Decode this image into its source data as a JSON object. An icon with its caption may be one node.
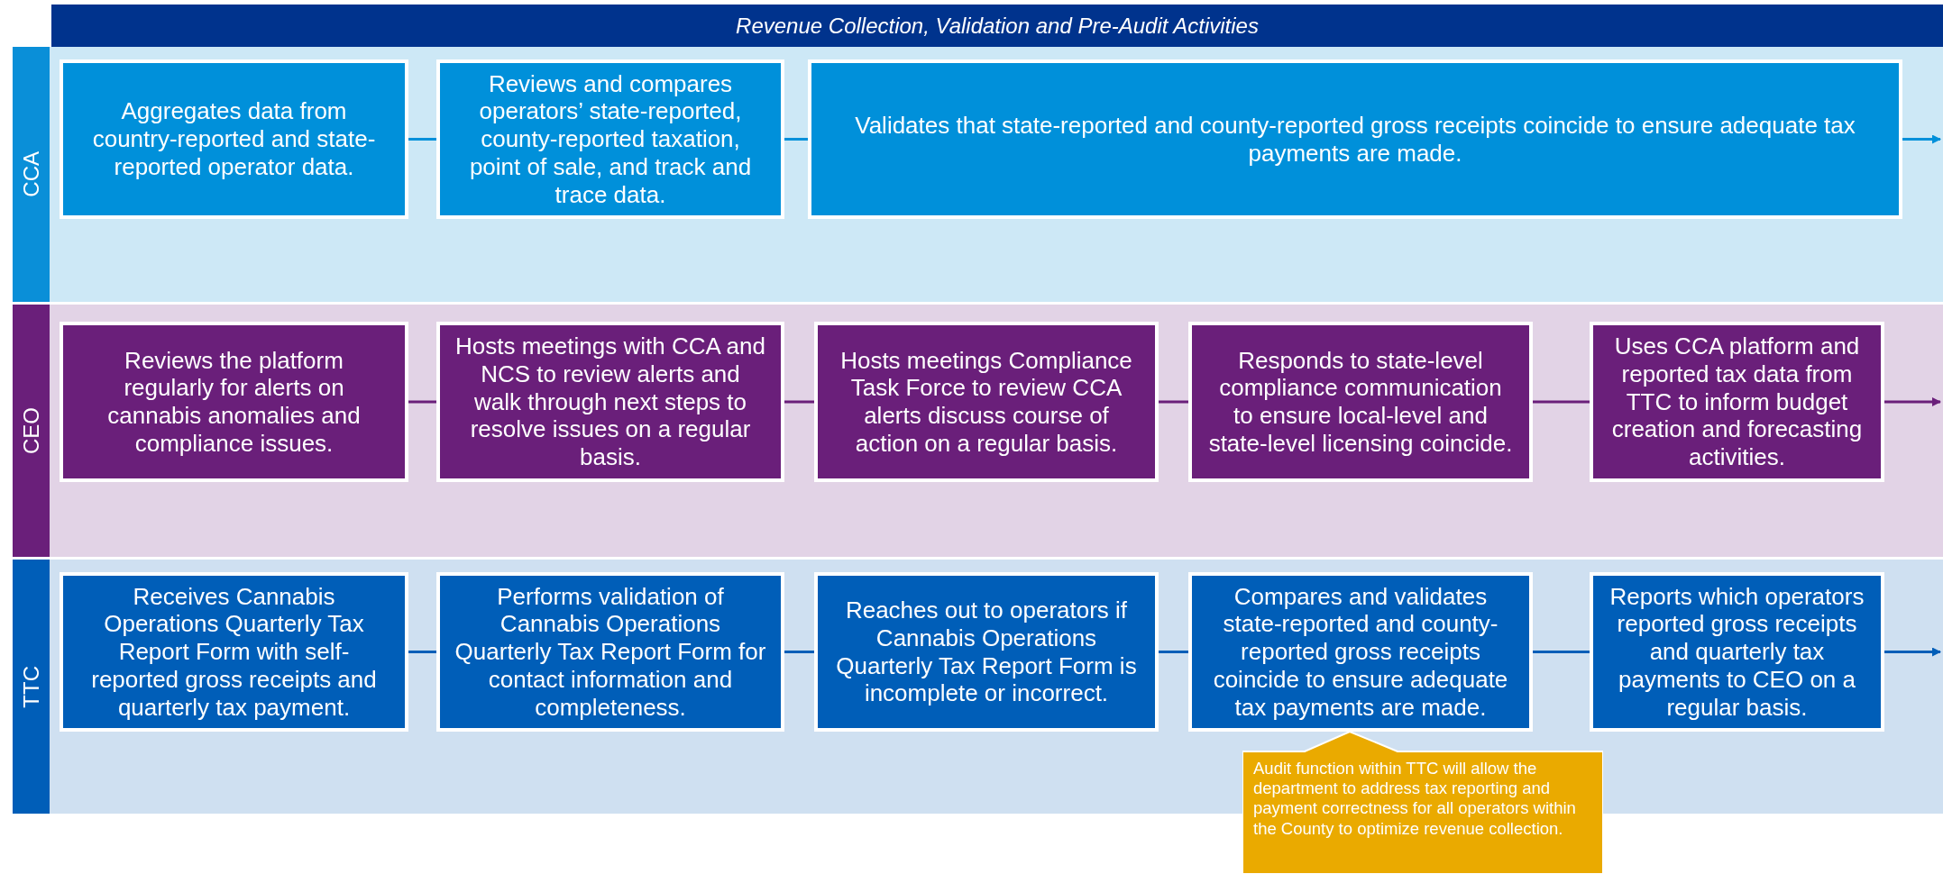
{
  "diagram": {
    "title": "Revenue Collection, Validation and Pre-Audit Activities",
    "nodes": [
      {
        "text": [
          "CCA"
        ]
      },
      {
        "text": [
          "Aggregates data from country-reported and state-reported operator data."
        ],
        "in": 0
      },
      {
        "text": [
          "Reviews and compares operators’ state-reported, county-reported taxation, point of sale, and track and trace data."
        ],
        "in": 0
      },
      {
        "text": [
          "Validates that state-reported and county-reported gross receipts coincide to ensure adequate tax payments are made."
        ],
        "in": 0
      },
      {
        "text": [
          "CEO"
        ]
      },
      {
        "text": [
          "Reviews the platform regularly for alerts on cannabis anomalies and compliance issues."
        ],
        "in": 4
      },
      {
        "text": [
          "Hosts meetings with CCA and NCS to review alerts and walk through next steps to resolve issues on a regular basis."
        ],
        "in": 4
      },
      {
        "text": [
          "Hosts meetings Compliance Task Force to review CCA alerts discuss course of action on a regular basis."
        ],
        "in": 4
      },
      {
        "text": [
          "Responds to state-level compliance communication to ensure local-level and state-level licensing coincide."
        ],
        "in": 4
      },
      {
        "text": [
          "Uses CCA platform and reported tax data from TTC to inform budget creation and forecasting activities."
        ],
        "in": 4
      },
      {
        "text": [
          "TTC"
        ]
      },
      {
        "text": [
          "Receives Cannabis Operations Quarterly Tax Report Form with self-reported gross receipts and quarterly tax payment."
        ],
        "in": 10
      },
      {
        "text": [
          "Performs validation of Cannabis Operations Quarterly Tax Report Form for contact information and completeness."
        ],
        "in": 10
      },
      {
        "text": [
          "Reaches out to operators if Cannabis Operations Quarterly Tax Report Form is incomplete or incorrect."
        ],
        "in": 10
      },
      {
        "text": [
          "Compares and validates state-reported and county-reported gross receipts coincide to ensure adequate tax payments are made."
        ],
        "in": 10
      },
      {
        "text": [
          "Reports which operators reported gross receipts and quarterly tax payments to CEO on a regular basis."
        ],
        "in": 10
      },
      {
        "text": [
          "Audit function within TTC will allow the department to address tax reporting and payment correctness for all operators within the County to optimize revenue collection."
        ]
      }
    ],
    "edges": [
      {
        "from": 1,
        "to": 2,
        "arrow": "none",
        "color": "#0090da"
      },
      {
        "from": 2,
        "to": 3,
        "arrow": "none",
        "color": "#0090da"
      },
      {
        "from": 3,
        "to": null,
        "arrow": "to",
        "color": "#0090da"
      },
      {
        "from": 5,
        "to": 6,
        "arrow": "none",
        "color": "#6a1f7a"
      },
      {
        "from": 6,
        "to": 7,
        "arrow": "none",
        "color": "#6a1f7a"
      },
      {
        "from": 7,
        "to": 8,
        "arrow": "none",
        "color": "#6a1f7a"
      },
      {
        "from": 8,
        "to": 9,
        "arrow": "none",
        "color": "#6a1f7a"
      },
      {
        "from": 9,
        "to": null,
        "arrow": "to",
        "color": "#6a1f7a"
      },
      {
        "from": 11,
        "to": 12,
        "arrow": "none",
        "color": "#005eb8"
      },
      {
        "from": 12,
        "to": 13,
        "arrow": "none",
        "color": "#005eb8"
      },
      {
        "from": 13,
        "to": 14,
        "arrow": "none",
        "color": "#005eb8"
      },
      {
        "from": 14,
        "to": 15,
        "arrow": "none",
        "color": "#005eb8"
      },
      {
        "from": 15,
        "to": null,
        "arrow": "to",
        "color": "#005eb8"
      }
    ]
  }
}
